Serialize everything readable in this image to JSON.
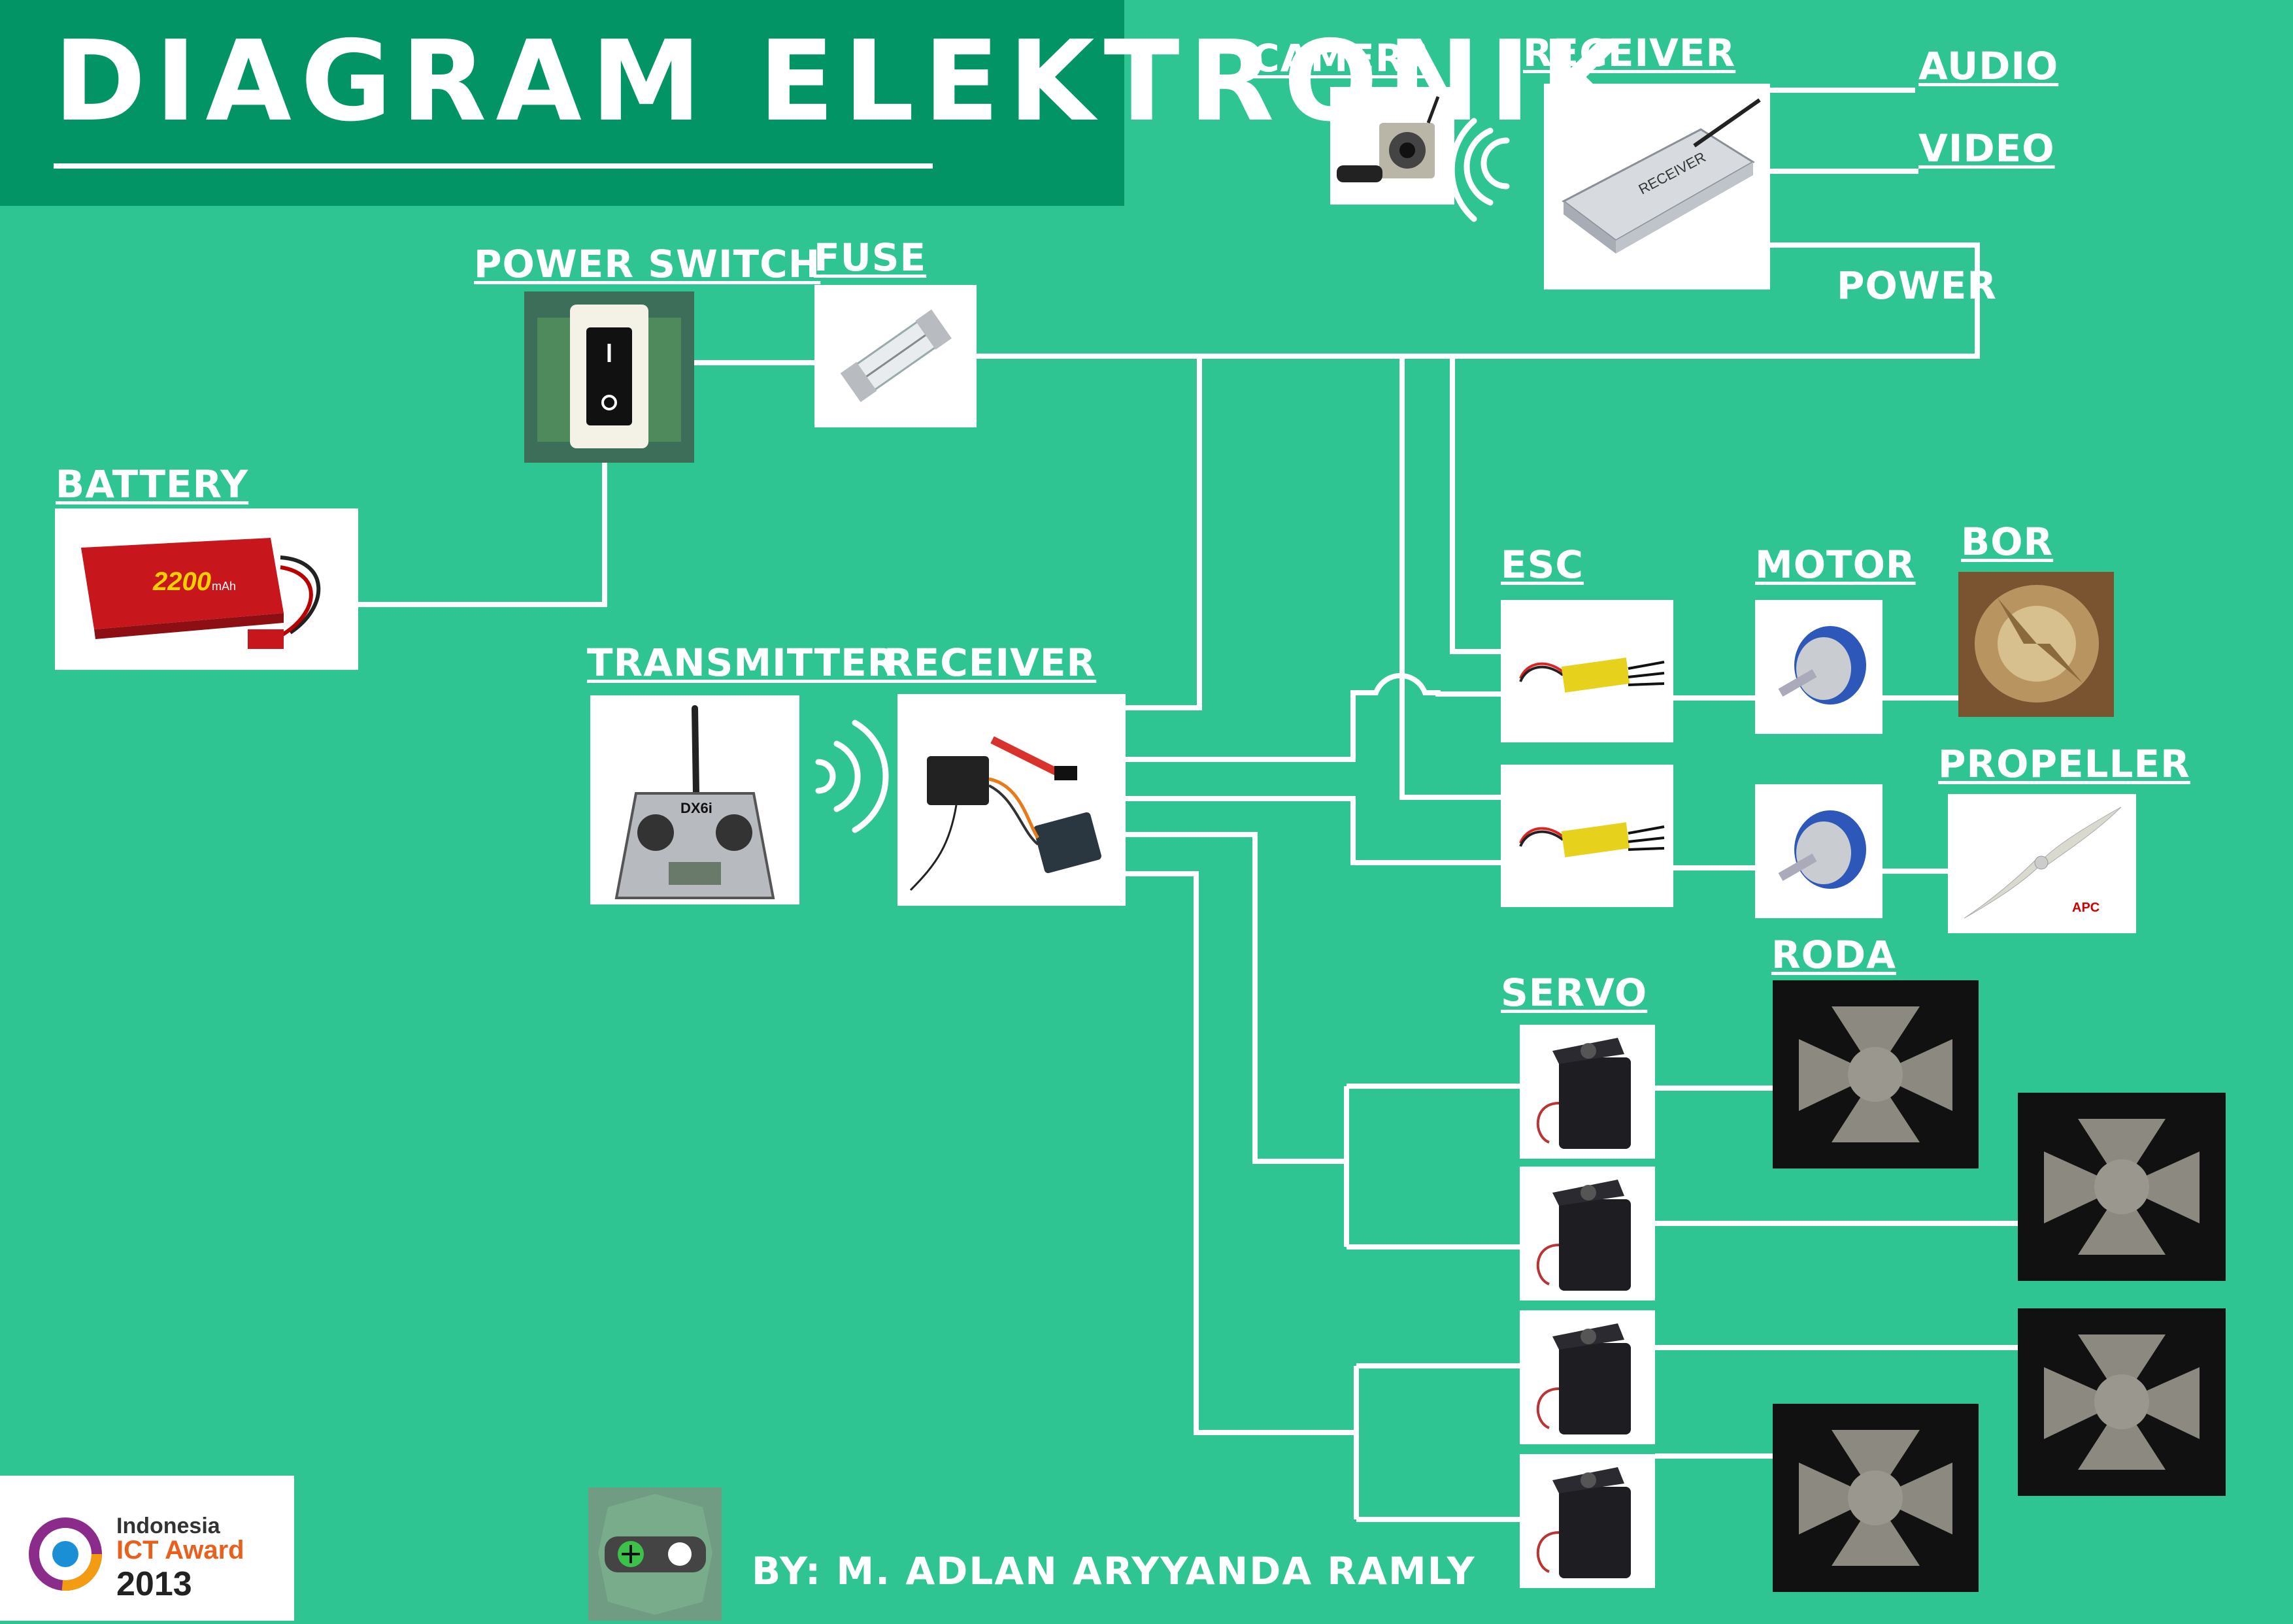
{
  "title": "DIAGRAM ELEKTRONIK",
  "labels": {
    "camera": "CAMERA",
    "receiver_video": "RECEIVER",
    "audio": "AUDIO",
    "video": "VIDEO",
    "power": "POWER",
    "power_switch": "POWER SWITCH",
    "fuse": "FUSE",
    "battery": "BATTERY",
    "transmitter": "TRANSMITTER",
    "receiver_rc": "RECEIVER",
    "esc": "ESC",
    "motor": "MOTOR",
    "bor": "BOR",
    "propeller": "PROPELLER",
    "servo": "SERVO",
    "roda": "RODA"
  },
  "photo_text": {
    "battery_capacity": "2200",
    "battery_unit": "mAh",
    "receiver_label": "RECEIVER",
    "transmitter_model": "DX6i",
    "propeller_brand": "APC"
  },
  "byline": "BY: M. ADLAN ARYYANDA RAMLY",
  "logo": {
    "line1": "Indonesia",
    "line2": "ICT Award",
    "line3": "2013"
  },
  "colors": {
    "background": "#2ec592",
    "title_band": "#029465",
    "wire": "#ffffff"
  }
}
